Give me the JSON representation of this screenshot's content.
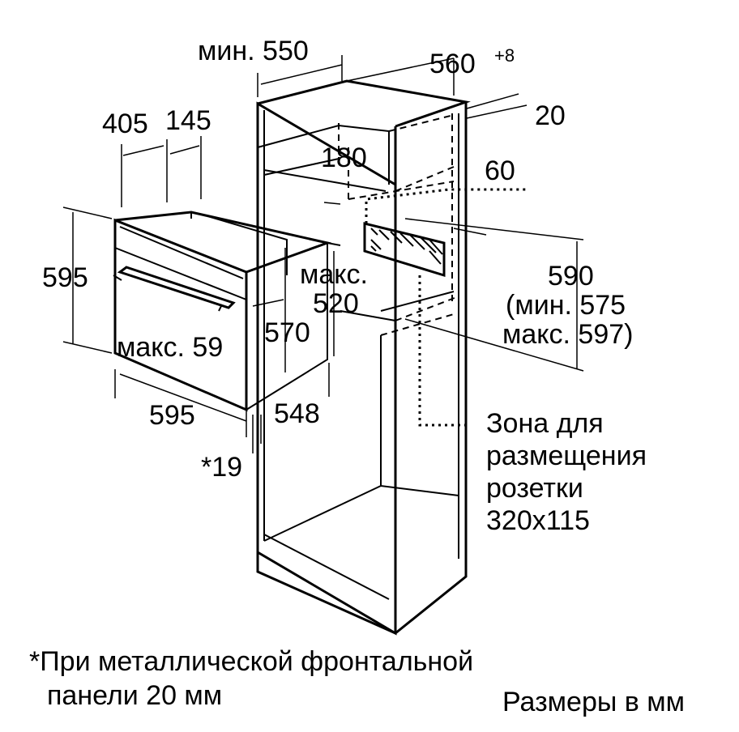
{
  "labels": {
    "min_550": "мин. 550",
    "w_560": "560",
    "w_560_sup": "+8",
    "d_20": "20",
    "d_405": "405",
    "d_145": "145",
    "d_180": "180",
    "d_60": "60",
    "h_595": "595",
    "max_520_line1": "макс.",
    "max_520_line2": "520",
    "h_590": "590",
    "h_590_min": "(мин. 575",
    "h_590_max": "макс. 597)",
    "max_59": "макс. 59",
    "d_570": "570",
    "w_595": "595",
    "d_548": "548",
    "d_19": "*19",
    "socket_line1": "Зона для",
    "socket_line2": "размещения",
    "socket_line3": "розетки",
    "socket_line4": "320x115",
    "footnote_line1": "*При металлической фронтальной",
    "footnote_line2": "панели 20 мм",
    "units": "Размеры в мм"
  }
}
